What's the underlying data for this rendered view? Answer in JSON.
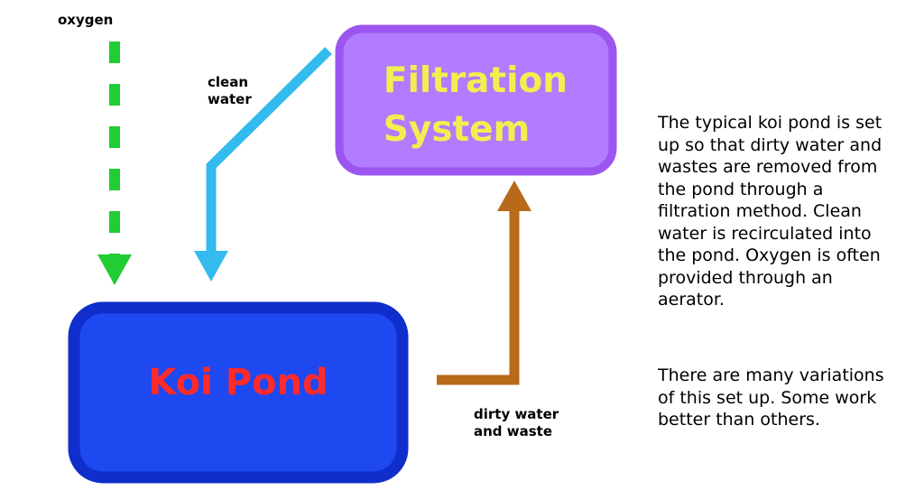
{
  "labels": {
    "oxygen": "oxygen",
    "clean_water": [
      "clean",
      "water"
    ],
    "dirty_water": [
      "dirty water",
      "and waste"
    ]
  },
  "boxes": {
    "filtration": {
      "title_lines": [
        "Filtration",
        "System"
      ]
    },
    "koi_pond": {
      "title": "Koi Pond"
    }
  },
  "description": {
    "paragraph1": [
      "The typical koi pond is set",
      "up so that dirty water and",
      "wastes are removed from",
      "the pond through a",
      "filtration method. Clean",
      "water is recirculated into",
      "the pond. Oxygen is often",
      "provided through an",
      "aerator."
    ],
    "paragraph2": [
      "There are many variations",
      "of this set up. Some work",
      "better than others."
    ]
  },
  "colors": {
    "oxygen_arrow": "#22cc33",
    "clean_water_arrow": "#33bbee",
    "dirty_water_arrow": "#b86a1a",
    "filtration_fill": "#b17cff",
    "filtration_border": "#9c55ee",
    "filtration_text": "#f2ee50",
    "pond_fill": "#1e48f0",
    "pond_border": "#0f2ecc",
    "pond_text": "#ff2a2a"
  }
}
